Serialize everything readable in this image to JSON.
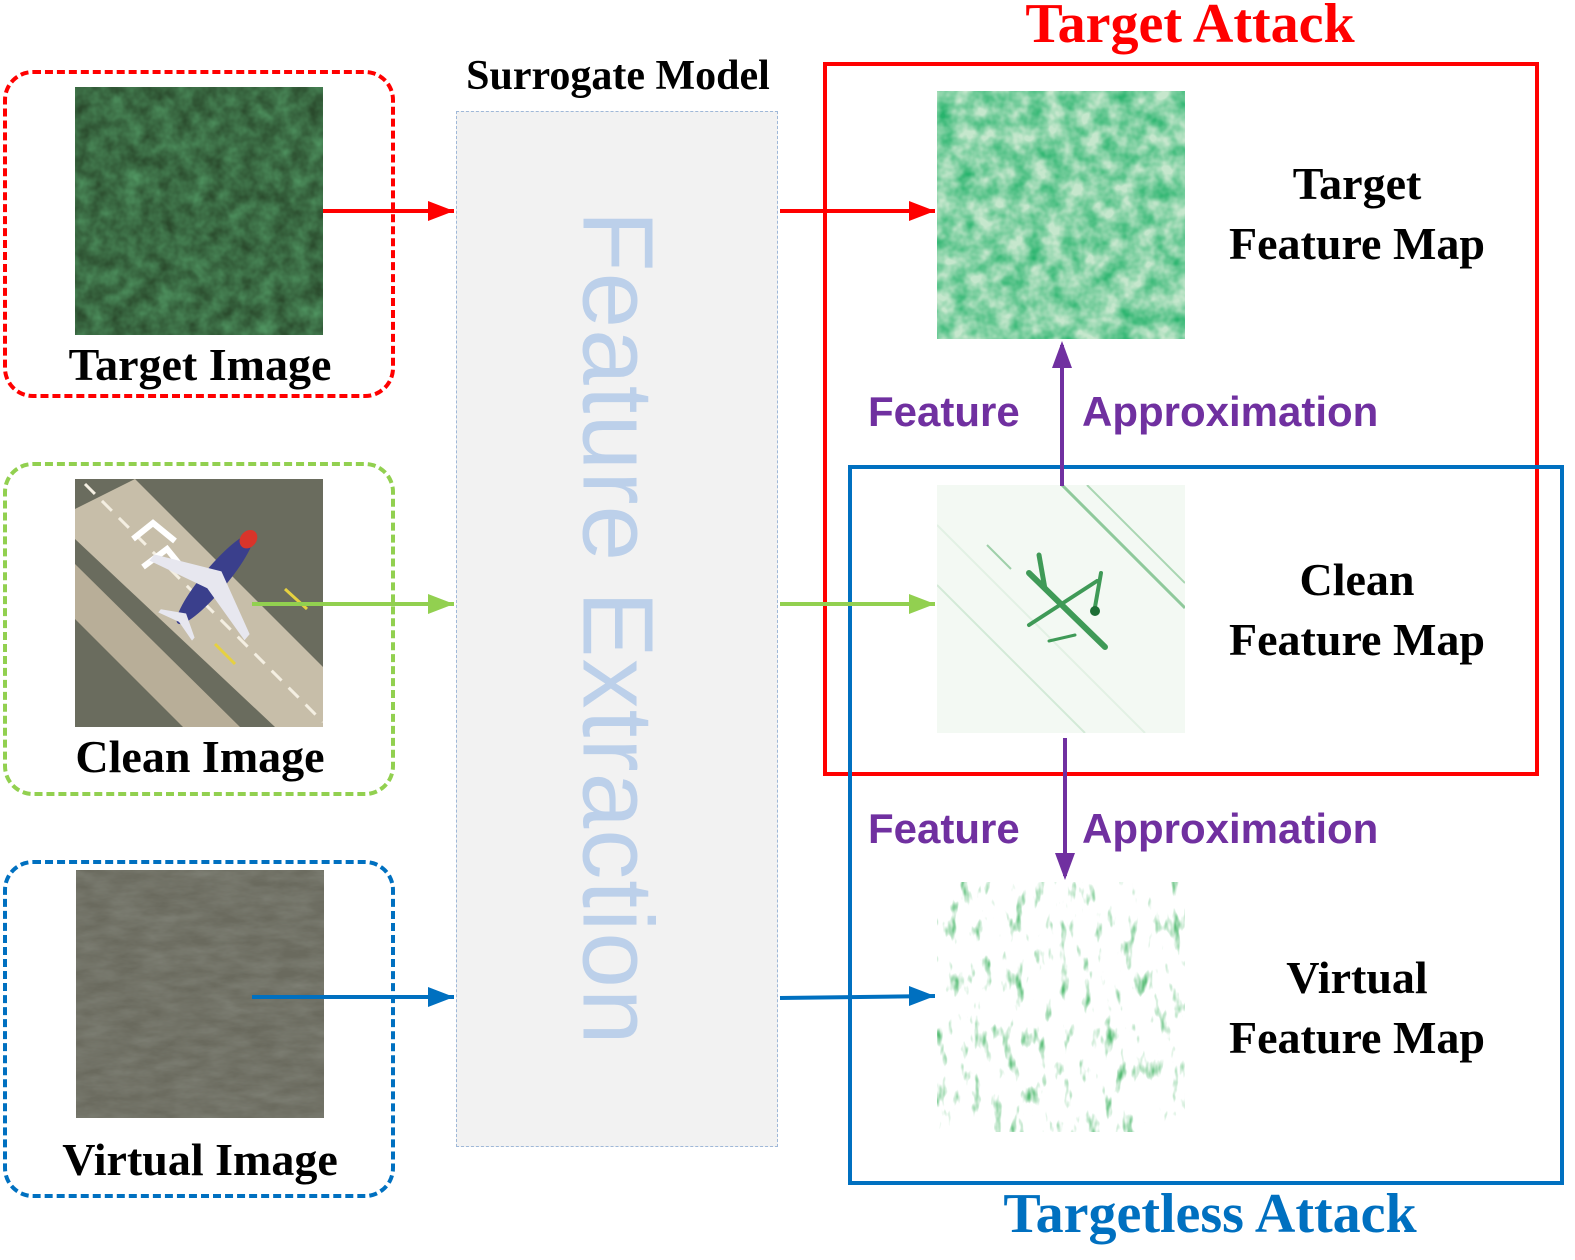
{
  "surrogate": {
    "title": "Surrogate Model",
    "label": "Feature Extraction"
  },
  "inputs": [
    {
      "caption": "Target Image",
      "color": "#ff0000"
    },
    {
      "caption": "Clean Image",
      "color": "#92d050"
    },
    {
      "caption": "Virtual Image",
      "color": "#0070c0"
    }
  ],
  "feature_maps": [
    {
      "line1": "Target",
      "line2": "Feature Map"
    },
    {
      "line1": "Clean",
      "line2": "Feature Map"
    },
    {
      "line1": "Virtual",
      "line2": "Feature Map"
    }
  ],
  "approximation": [
    {
      "word1": "Feature",
      "word2": "Approximation"
    },
    {
      "word1": "Feature",
      "word2": "Approximation"
    }
  ],
  "groups": {
    "target_attack": {
      "title": "Target Attack",
      "color": "#ff0000"
    },
    "targetless_attack": {
      "title": "Targetless Attack",
      "color": "#0070c0"
    }
  },
  "arrow_color": "#7030a0"
}
